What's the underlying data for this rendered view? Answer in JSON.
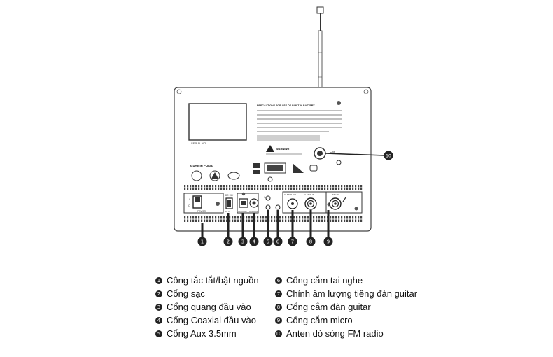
{
  "panel": {
    "serial_label": "SERIAL NO:",
    "made_in": "MADE IN CHINA",
    "precautions_title": "PRECAUTIONS FOR USE OF BUILT IN BATTERY",
    "warning_text": "WARNING",
    "power_label": "POWER",
    "dc_label": "DC 15V",
    "dc_in_label": "DC IN",
    "optical_label": "OPTICAL",
    "coaxial_label": "COAXIAL",
    "guitar_vol_label": "GUITAR VOL",
    "guitar_in_label": "GUITAR IN",
    "mic_in_label": "MIC IN",
    "fm_label": "FM"
  },
  "callouts": [
    "1",
    "2",
    "3",
    "4",
    "5",
    "6",
    "7",
    "8",
    "9",
    "10"
  ],
  "legend": {
    "left": [
      {
        "num": "1",
        "text": "Công tắc tắt/bật nguồn"
      },
      {
        "num": "2",
        "text": "Cổng sạc"
      },
      {
        "num": "3",
        "text": "Cổng quang đầu vào"
      },
      {
        "num": "4",
        "text": "Cổng Coaxial đầu vào"
      },
      {
        "num": "5",
        "text": "Cổng Aux 3.5mm"
      }
    ],
    "right": [
      {
        "num": "6",
        "text": "Cổng cắm tai nghe"
      },
      {
        "num": "7",
        "text": "Chỉnh âm lượng tiếng đàn guitar"
      },
      {
        "num": "8",
        "text": "Cổng cắm đàn guitar"
      },
      {
        "num": "9",
        "text": "Cổng cắm micro"
      },
      {
        "num": "10",
        "text": "Anten dò sóng FM radio"
      }
    ]
  }
}
